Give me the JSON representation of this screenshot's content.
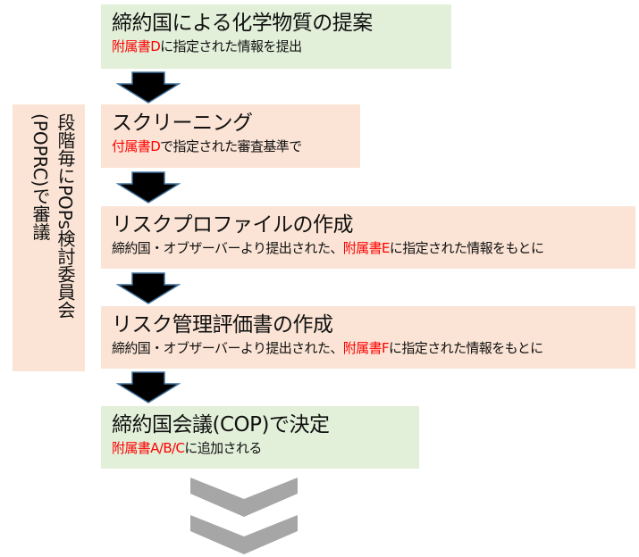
{
  "steps": [
    {
      "title": "締約国による化学物質の提案",
      "sub_red": "附属書D",
      "sub_rest": "に指定された情報を提出"
    },
    {
      "title": "スクリーニング",
      "sub_red": "付属書D",
      "sub_rest": "で指定された審査基準で"
    },
    {
      "title": "リスクプロファイルの作成",
      "sub_pre": "締約国・オブザーバーより提出された、",
      "sub_red": "附属書E",
      "sub_rest": "に指定された情報をもとに"
    },
    {
      "title": "リスク管理評価書の作成",
      "sub_pre": "締約国・オブザーバーより提出された、",
      "sub_red": "附属書F",
      "sub_rest": "に指定された情報をもとに"
    },
    {
      "title": "締約国会議(COP)で決定",
      "sub_red": "附属書A/B/C",
      "sub_rest": "に追加される"
    }
  ],
  "side": {
    "line1": "段階毎にPOPs検討委員会",
    "line2": "(POPRC)で審議"
  },
  "colors": {
    "green": "#e2efd9",
    "peach": "#fbe4d5",
    "red": "#ff0000",
    "chevron": "#a6a6a6"
  }
}
